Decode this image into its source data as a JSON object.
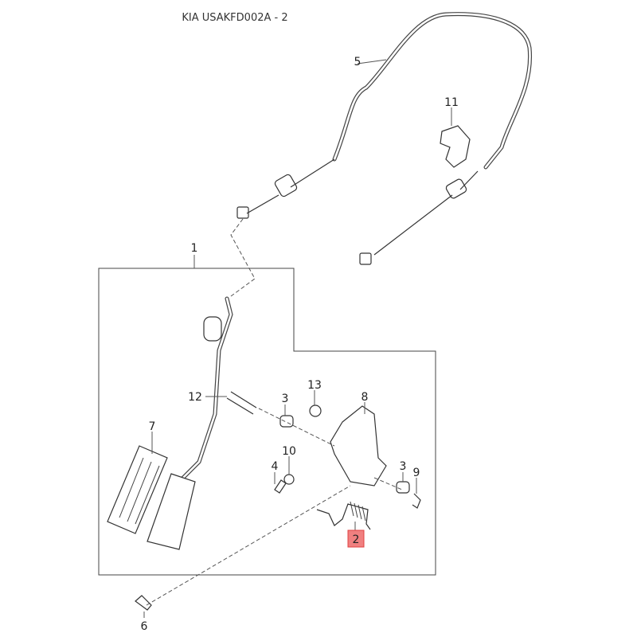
{
  "title": "KIA USAKFD002A - 2",
  "highlight_color": "#f08080",
  "callouts": {
    "c1": "1",
    "c2": "2",
    "c3a": "3",
    "c3b": "3",
    "c4": "4",
    "c5": "5",
    "c6": "6",
    "c7": "7",
    "c8": "8",
    "c9": "9",
    "c10": "10",
    "c11": "11",
    "c12": "12",
    "c13": "13"
  },
  "highlighted_callout": "2"
}
